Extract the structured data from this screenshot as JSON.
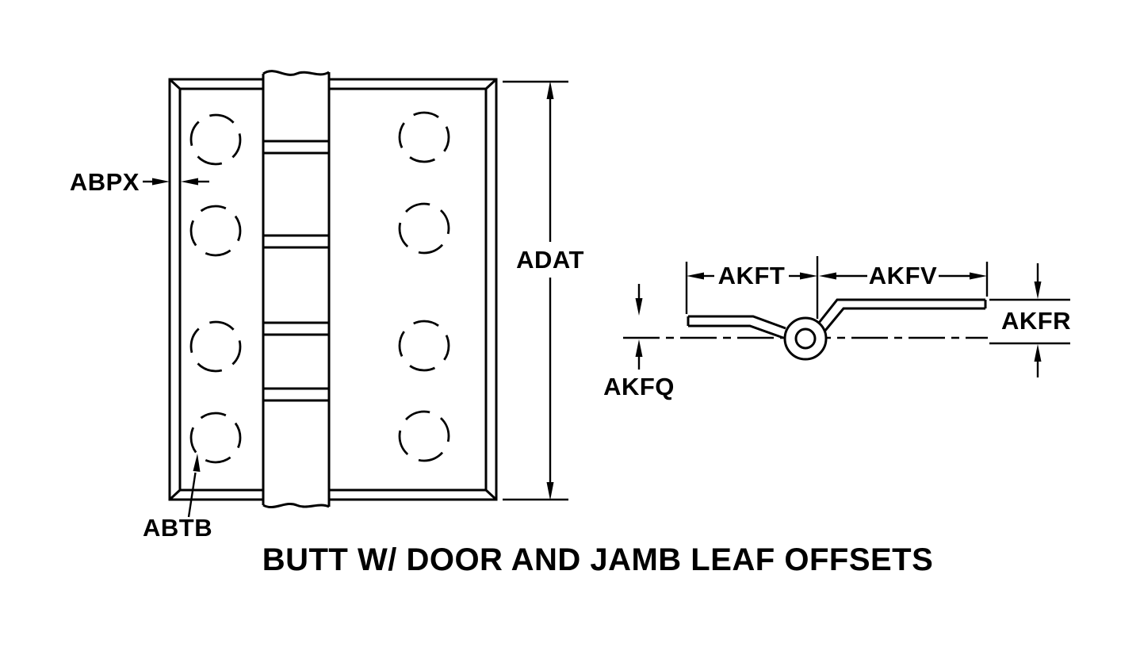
{
  "diagram": {
    "title": "BUTT W/ DOOR AND JAMB LEAF OFFSETS",
    "labels": {
      "abpx": "ABPX",
      "abtb": "ABTB",
      "adat": "ADAT",
      "akft": "AKFT",
      "akfv": "AKFV",
      "akfr": "AKFR",
      "akfq": "AKFQ"
    },
    "colors": {
      "line": "#000000",
      "background": "#ffffff"
    }
  }
}
